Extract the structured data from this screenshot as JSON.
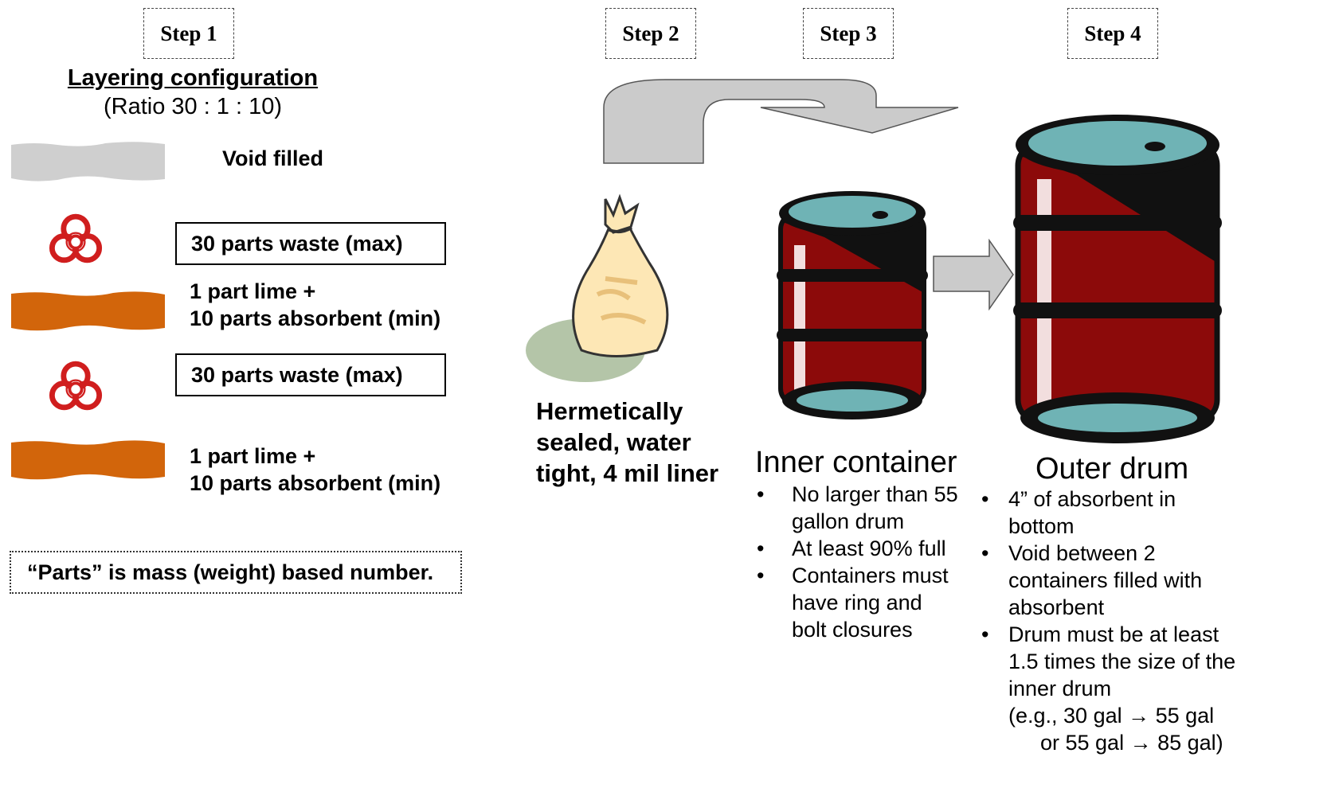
{
  "steps": [
    "Step 1",
    "Step 2",
    "Step 3",
    "Step 4"
  ],
  "layering": {
    "title": "Layering configuration",
    "ratio": "(Ratio 30 : 1 : 10)",
    "void_label": "Void filled",
    "waste_label_1": "30 parts waste (max)",
    "lime_line1_a": "1 part lime +",
    "lime_line2_a": "10 parts absorbent (min)",
    "waste_label_2": "30 parts waste (max)",
    "lime_line1_b": "1 part lime +",
    "lime_line2_b": "10 parts absorbent (min)",
    "note": "“Parts” is mass (weight) based number."
  },
  "liner": {
    "line1": "Hermetically",
    "line2": "sealed, water",
    "line3": "tight, 4 mil liner"
  },
  "inner_container": {
    "title": "Inner container",
    "bullets": [
      [
        "No larger than 55",
        "gallon drum"
      ],
      [
        "At least 90% full"
      ],
      [
        "Containers must",
        "have ring and",
        "bolt closures"
      ]
    ]
  },
  "outer_drum": {
    "title": "Outer drum",
    "bullets": [
      [
        "4” of absorbent in",
        "bottom"
      ],
      [
        "Void between 2",
        "containers filled with",
        "absorbent"
      ],
      [
        "Drum must be at least",
        "1.5 times the size of the",
        "inner drum"
      ]
    ],
    "example_line1": "(e.g., 30 gal → 55 gal",
    "example_line2": "or 55 gal → 85 gal)"
  },
  "colors": {
    "void_gray": "#cfcfcf",
    "lime_orange": "#d2650b",
    "arrow_gray": "#cbcbcb",
    "drum_red": "#8c0a0a",
    "drum_lid": "#6fb3b5",
    "biohazard_red": "#d01e1e"
  },
  "icons": [
    "biohazard-icon",
    "sealed-bag-icon",
    "drum-icon",
    "curved-arrow-icon",
    "right-arrow-icon"
  ]
}
